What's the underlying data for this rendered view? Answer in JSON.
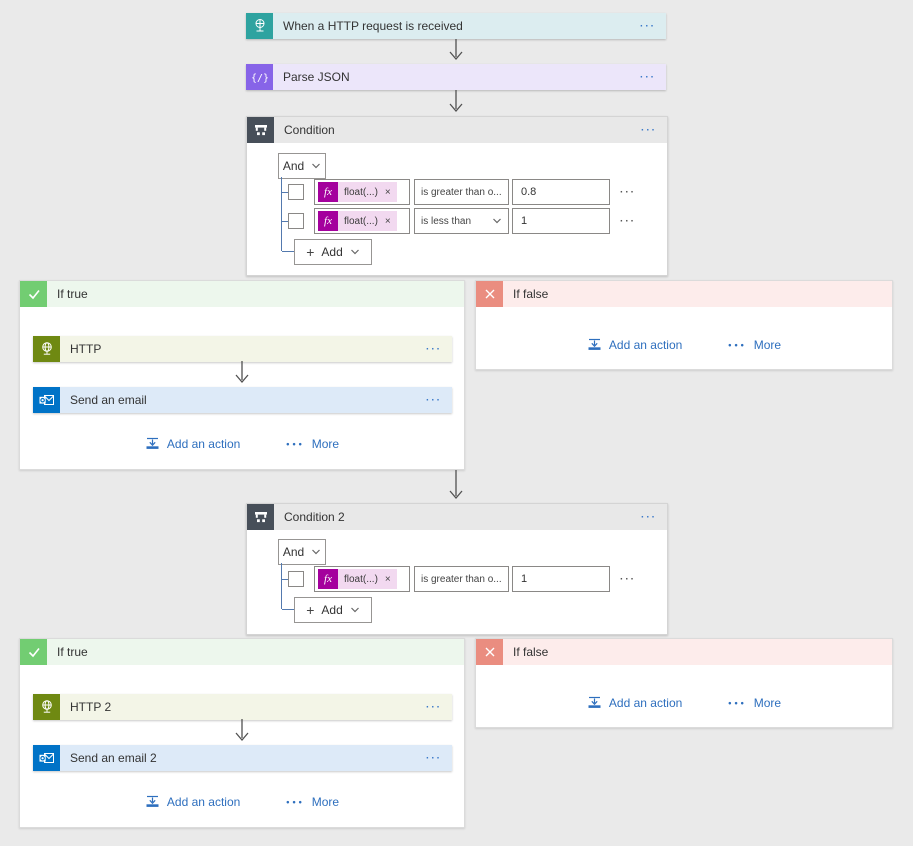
{
  "ui": {
    "ellipsis_menu": "···",
    "row_ellipsis": "···",
    "more_dots": "•••",
    "add_action_label": "Add an action",
    "more_label": "More",
    "fx_label": "fx",
    "plus_label": "+",
    "remove_label": "×"
  },
  "trigger": {
    "title": "When a HTTP request is received"
  },
  "parse_json": {
    "title": "Parse JSON"
  },
  "condition1": {
    "title": "Condition",
    "join_operator": "And",
    "add_button_label": "Add",
    "rows": [
      {
        "operand": "float(...)",
        "operator": "is greater than o...",
        "value": "0.8"
      },
      {
        "operand": "float(...)",
        "operator": "is less than",
        "value": "1"
      }
    ]
  },
  "condition2": {
    "title": "Condition 2",
    "join_operator": "And",
    "add_button_label": "Add",
    "rows": [
      {
        "operand": "float(...)",
        "operator": "is greater than o...",
        "value": "1"
      }
    ]
  },
  "branch_true_1": {
    "label": "If true",
    "actions": [
      {
        "title": "HTTP"
      },
      {
        "title": "Send an email"
      }
    ]
  },
  "branch_false_1": {
    "label": "If false"
  },
  "branch_true_2": {
    "label": "If true",
    "actions": [
      {
        "title": "HTTP 2"
      },
      {
        "title": "Send an email 2"
      }
    ]
  },
  "branch_false_2": {
    "label": "If false"
  },
  "colors": {
    "canvas_bg": "#EAEAEA",
    "trigger_icon": "#2EA3A0",
    "trigger_bar": "#DCEDF0",
    "parse_icon": "#8764E8",
    "parse_bar": "#ECE6FA",
    "condition_icon": "#474F59",
    "condition_header": "#E8E8E8",
    "if_true_icon": "#72CD72",
    "if_true_header": "#EDF7ED",
    "if_false_icon": "#EA8D80",
    "if_false_header": "#FDECEB",
    "http_icon": "#6F8912",
    "http_bar": "#F3F5E7",
    "outlook_icon": "#0073C7",
    "outlook_bar": "#DDEAF8",
    "fx_icon_bg": "#A4009D",
    "fx_chip_bg": "#F2D9F0",
    "link_blue": "#2E6FBE",
    "tree_line": "#5379AE"
  }
}
